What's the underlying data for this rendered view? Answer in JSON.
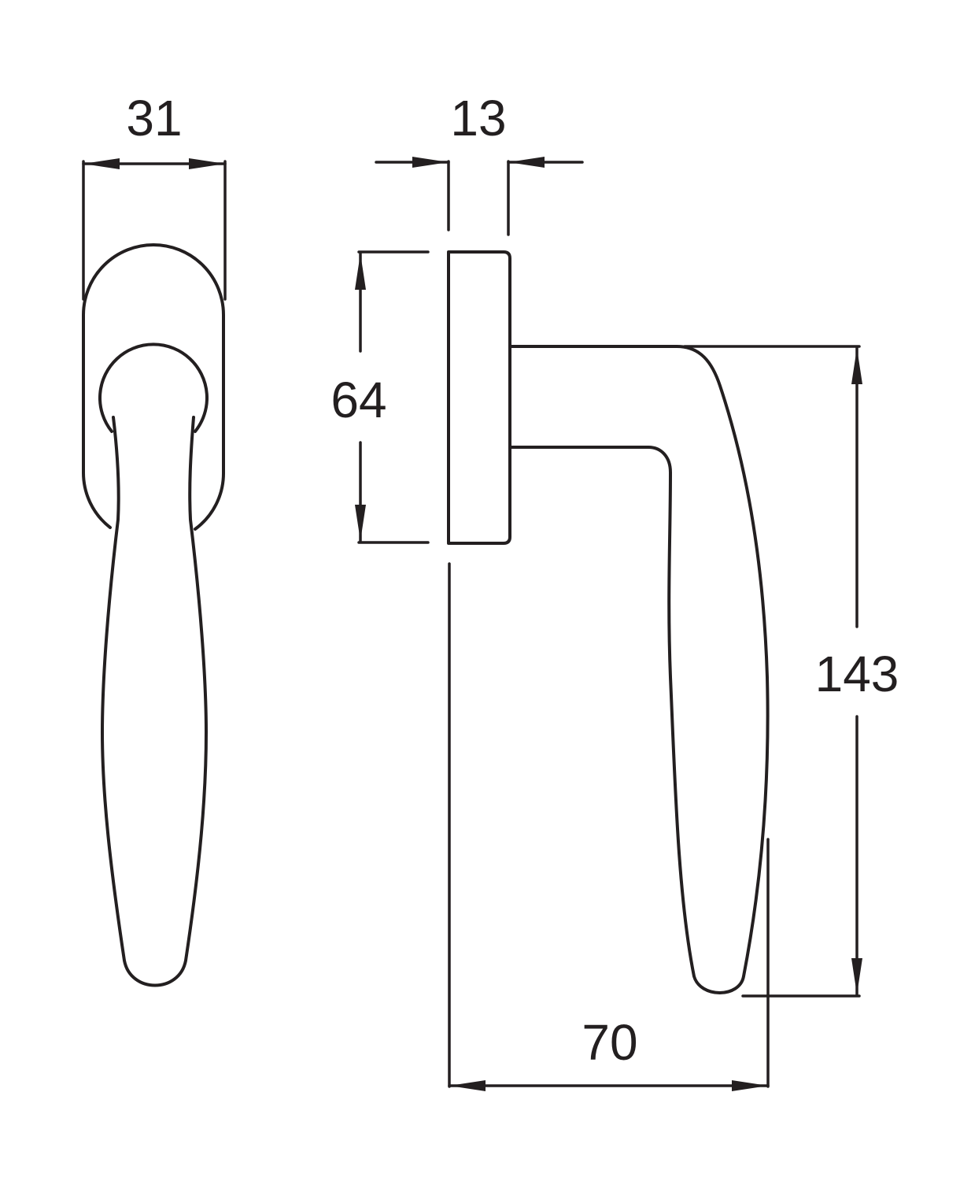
{
  "dimensions": {
    "front_width": "31",
    "rose_thickness": "13",
    "rose_height": "64",
    "handle_length": "143",
    "projection": "70"
  },
  "colors": {
    "line": "#231f20",
    "background": "#ffffff"
  }
}
